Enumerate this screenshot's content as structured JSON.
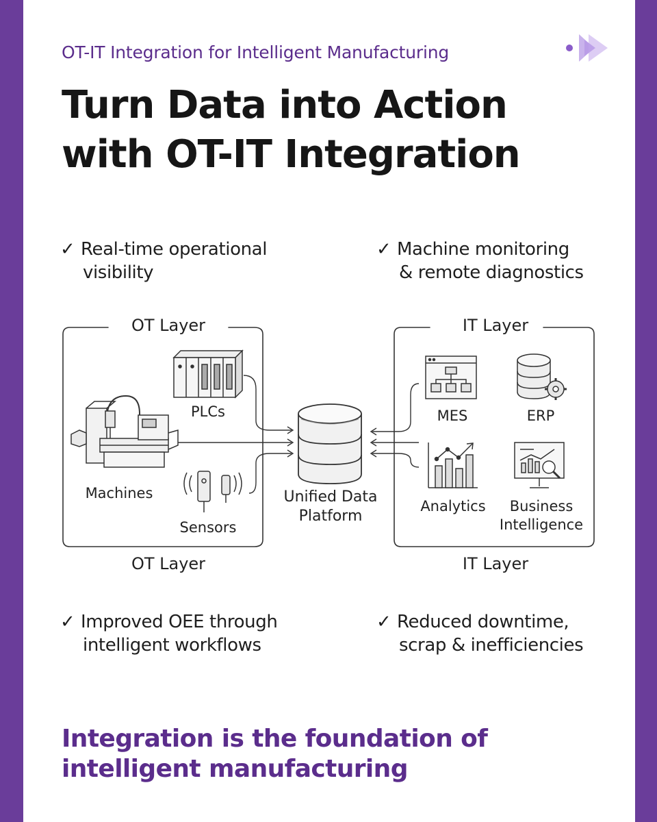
{
  "header": {
    "kicker": "OT-IT Integration for Intelligent Manufacturing",
    "title_line1": "Turn Data into Action",
    "title_line2": "with OT-IT Integration"
  },
  "benefits": [
    {
      "line1": "Real-time operational",
      "line2": "visibility"
    },
    {
      "line1": "Machine monitoring",
      "line2": "& remote diagnostics"
    },
    {
      "line1": "Improved OEE through",
      "line2": "intelligent workflows"
    },
    {
      "line1": "Reduced downtime,",
      "line2": "scrap & inefficiencies"
    }
  ],
  "check_symbol": "✓",
  "diagram": {
    "ot": {
      "title_top": "OT Layer",
      "title_bottom": "OT Layer",
      "plcs": "PLCs",
      "machines": "Machines",
      "sensors": "Sensors"
    },
    "platform": {
      "line1": "Unified Data",
      "line2": "Platform"
    },
    "it": {
      "title_top": "IT Layer",
      "title_bottom": "IT Layer",
      "mes": "MES",
      "erp": "ERP",
      "analytics": "Analytics",
      "bi_line1": "Business",
      "bi_line2": "Intelligence"
    }
  },
  "tagline": {
    "line1": "Integration is the foundation of",
    "line2": "intelligent manufacturing"
  },
  "colors": {
    "frame": "#6a3d9a",
    "accent_text": "#5b2d8c",
    "ink": "#161616"
  }
}
